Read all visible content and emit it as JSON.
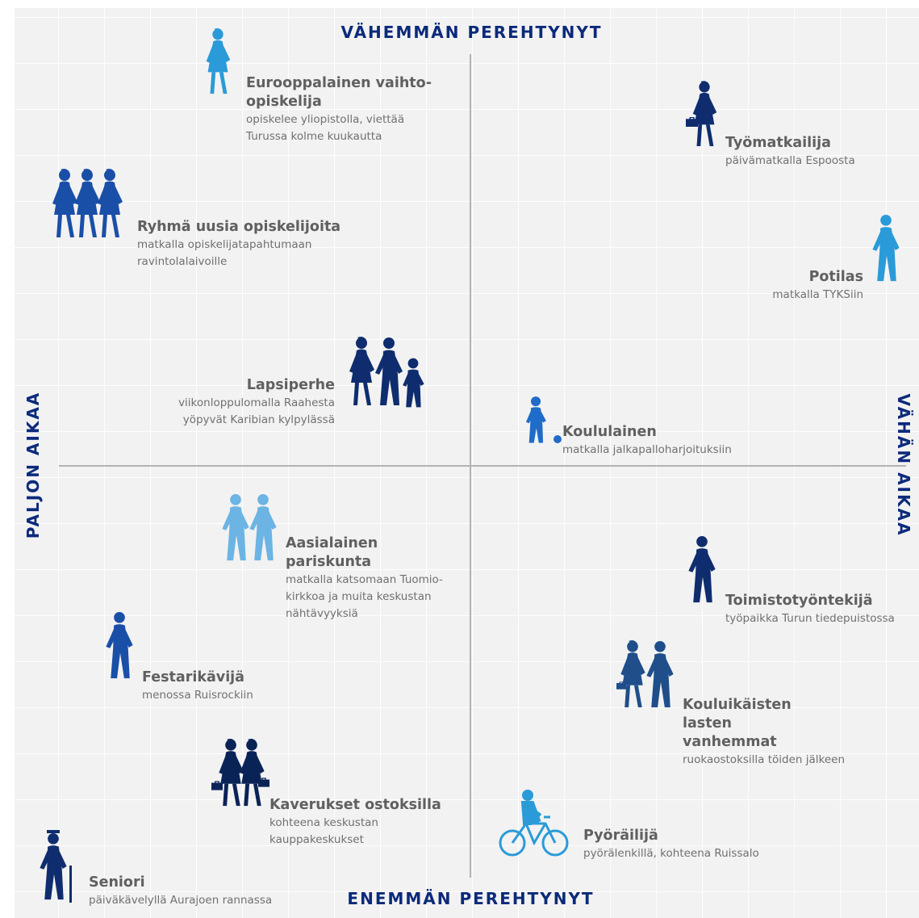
{
  "axes": {
    "top": "VÄHEMMÄN PEREHTYNYT",
    "bottom": "ENEMMÄN PEREHTYNYT",
    "left": "PALJON AIKAA",
    "right": "VÄHÄN AIKAA"
  },
  "colors": {
    "navy": "#0f2d6e",
    "dark": "#0a2357",
    "royal": "#1a4fa8",
    "mid": "#1f6cc9",
    "light": "#4a9fd9",
    "sky": "#6cb4e4",
    "cyan": "#2a9bd8",
    "text": "#606060",
    "axis": "#0b2a7a"
  },
  "personas": {
    "exchange_student": {
      "title": "Eurooppalainen vaihto-opiskelija",
      "subtitle": "opiskelee yliopistolla, viettää Turussa kolme kuukautta",
      "icon": "woman-walking-icon"
    },
    "business_traveler": {
      "title": "Työmatkailija",
      "subtitle": "päivämatkalla Espoosta",
      "icon": "woman-briefcase-icon"
    },
    "student_group": {
      "title": "Ryhmä uusia opiskelijoita",
      "subtitle": "matkalla opiskelijatapahtumaan ravintolalaivoille",
      "icon": "group-walking-icon"
    },
    "patient": {
      "title": "Potilas",
      "subtitle": "matkalla TYKSiin",
      "icon": "man-walking-icon"
    },
    "family": {
      "title": "Lapsiperhe",
      "subtitle": "viikonloppulomalla Raahesta yöpyvät Karibian kylpylässä",
      "icon": "family-icon"
    },
    "schoolchild": {
      "title": "Koululainen",
      "subtitle": "matkalla jalkapalloharjoituksiin",
      "icon": "child-football-icon"
    },
    "asian_couple": {
      "title": "Aasialainen pariskunta",
      "subtitle": "matkalla katsomaan Tuomio-kirkkoa ja muita keskustan nähtävyyksiä",
      "icon": "couple-walking-icon"
    },
    "office_worker": {
      "title": "Toimistotyöntekijä",
      "subtitle": "työpaikka Turun tiedepuistossa",
      "icon": "man-walking-icon"
    },
    "festival_goer": {
      "title": "Festarikävijä",
      "subtitle": "menossa Ruisrockiin",
      "icon": "man-walking-icon"
    },
    "parents": {
      "title": "Kouluikäisten lasten vanhemmat",
      "subtitle": "ruokaostoksilla töiden jälkeen",
      "icon": "couple-shopping-icon"
    },
    "shopping_friends": {
      "title": "Kaverukset ostoksilla",
      "subtitle": "kohteena keskustan kauppakeskukset",
      "icon": "two-women-shopping-icon"
    },
    "cyclist": {
      "title": "Pyöräilijä",
      "subtitle": "pyörälenkillä, kohteena Ruissalo",
      "icon": "cyclist-icon"
    },
    "senior": {
      "title": "Seniori",
      "subtitle": "päiväkävelyllä Aurajoen rannassa",
      "icon": "senior-cane-icon"
    }
  }
}
